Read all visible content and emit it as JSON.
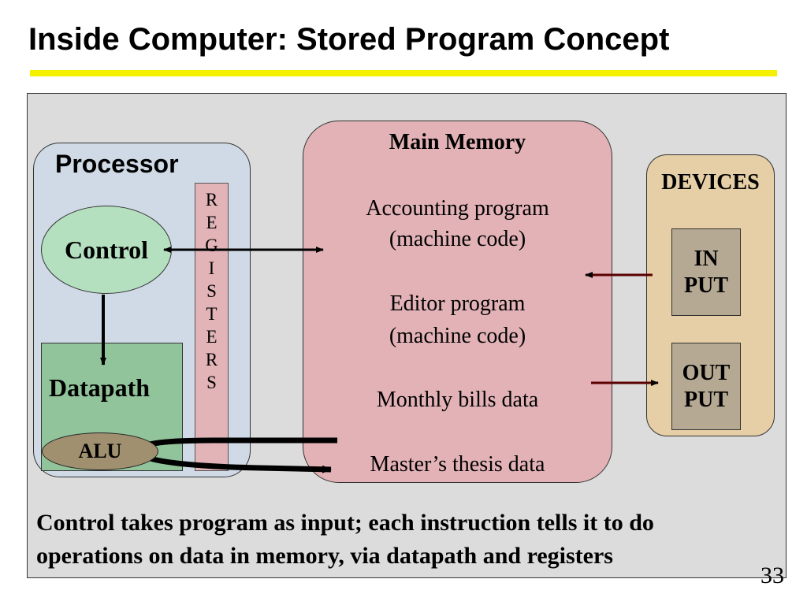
{
  "slide": {
    "title": "Inside Computer: Stored Program Concept",
    "page_number": "33",
    "caption_line1": "Control takes program as input; each instruction tells it to do",
    "caption_line2": "operations on data in memory, via datapath and registers"
  },
  "processor": {
    "label": "Processor",
    "control_label": "Control",
    "datapath_label": "Datapath",
    "alu_label": "ALU",
    "registers_letters": [
      "R",
      "E",
      "G",
      "I",
      "S",
      "T",
      "E",
      "R",
      "S"
    ]
  },
  "memory": {
    "title": "Main Memory",
    "items": [
      "Accounting program",
      "(machine code)",
      "Editor program",
      "(machine code)",
      "Monthly bills data",
      "Master’s thesis data"
    ]
  },
  "devices": {
    "title": "DEVICES",
    "input_line1": "IN",
    "input_line2": "PUT",
    "output_line1": "OUT",
    "output_line2": "PUT"
  },
  "colors": {
    "title_underline": "#f5ef00",
    "processor_fill": "#cfdae6",
    "memory_fill": "#e2b2b6",
    "devices_fill": "#e6cfa6",
    "control_fill": "#b5e0c0",
    "datapath_fill": "#92c49c",
    "alu_fill": "#a09070",
    "arrow_color": "#5a0000"
  }
}
